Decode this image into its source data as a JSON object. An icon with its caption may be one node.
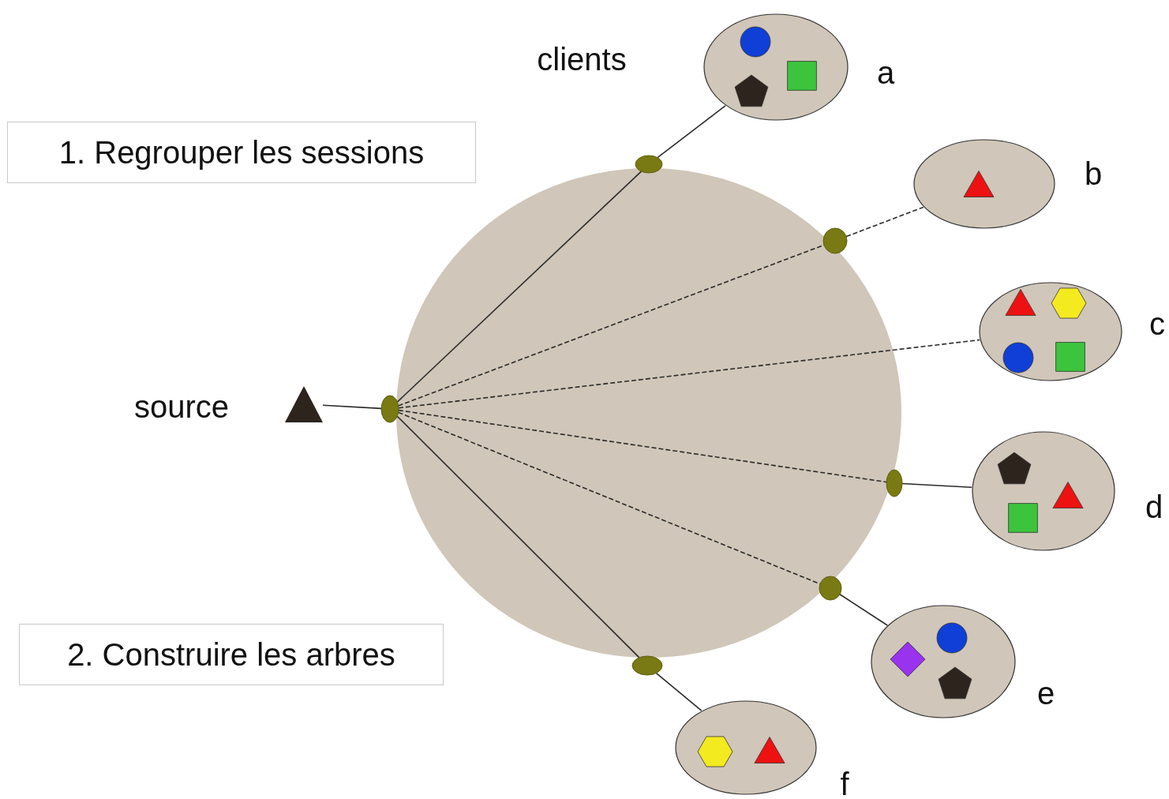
{
  "diagram": {
    "nodes": [
      {
        "text": [
          "1. Regrouper les sessions"
        ]
      },
      {
        "text": [
          "2. Construire les arbres"
        ]
      },
      {
        "text": [],
        "shape": "triangle",
        "beside": [
          "source"
        ]
      },
      {
        "text": [],
        "shape": "circle"
      },
      {
        "text": [],
        "shape": "circle"
      },
      {
        "text": [],
        "shape": "circle"
      },
      {
        "text": [],
        "shape": "circle"
      },
      {
        "text": [],
        "shape": "circle"
      },
      {
        "text": [],
        "shape": "circle"
      },
      {
        "text": [],
        "shape": "ellipse",
        "beside": [
          "a"
        ]
      },
      {
        "text": [],
        "shape": "ellipse",
        "beside": [
          "b"
        ]
      },
      {
        "text": [],
        "shape": "ellipse",
        "beside": [
          "c"
        ]
      },
      {
        "text": [],
        "shape": "ellipse",
        "beside": [
          "d"
        ]
      },
      {
        "text": [],
        "shape": "ellipse",
        "beside": [
          "e"
        ]
      },
      {
        "text": [],
        "shape": "ellipse",
        "beside": [
          "f"
        ]
      }
    ],
    "edges": [
      {
        "from": 2,
        "to": 3,
        "arrow": "none"
      },
      {
        "from": 3,
        "to": 4,
        "arrow": "none"
      },
      {
        "from": 3,
        "to": 5,
        "arrow": "none",
        "style": "dashed"
      },
      {
        "from": 3,
        "to": 11,
        "arrow": "none",
        "style": "dashed"
      },
      {
        "from": 3,
        "to": 6,
        "arrow": "none",
        "style": "dashed"
      },
      {
        "from": 3,
        "to": 7,
        "arrow": "none",
        "style": "dashed"
      },
      {
        "from": 3,
        "to": 8,
        "arrow": "none"
      },
      {
        "from": 4,
        "to": 9,
        "arrow": "none"
      },
      {
        "from": 5,
        "to": 10,
        "arrow": "none",
        "style": "dashed"
      },
      {
        "from": 6,
        "to": 12,
        "arrow": "none"
      },
      {
        "from": 7,
        "to": 13,
        "arrow": "none"
      },
      {
        "from": 8,
        "to": 14,
        "arrow": "none"
      }
    ],
    "labels": [
      "clients"
    ]
  }
}
